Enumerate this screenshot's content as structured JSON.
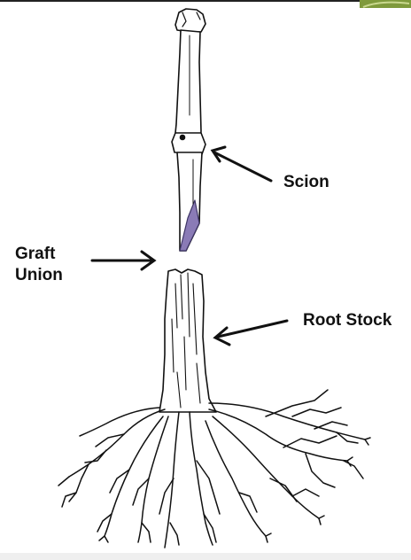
{
  "diagram": {
    "labels": {
      "scion": "Scion",
      "graft_union_line1": "Graft",
      "graft_union_line2": "Union",
      "root_stock": "Root Stock"
    },
    "colors": {
      "ink": "#111111",
      "cut_face": "#8a7bb6",
      "background": "#ffffff",
      "leaf_corner": "#7f9a3c"
    }
  }
}
